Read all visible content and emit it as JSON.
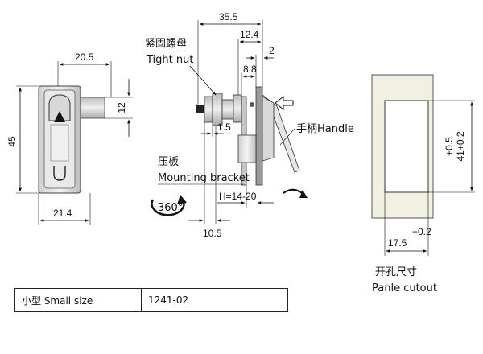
{
  "front_view": {
    "dim_top": "20.5",
    "dim_left": "45",
    "dim_right": "12",
    "dim_bottom": "21.4"
  },
  "side_view": {
    "dim_35_5": "35.5",
    "dim_12_4": "12.4",
    "dim_2": "2",
    "dim_8_8": "8.8",
    "dim_1_5": "1.5",
    "dim_10_5": "10.5",
    "dim_h": "H=14-20",
    "label_tight_nut_cn": "紧固螺母",
    "label_tight_nut_en": "Tight nut",
    "label_bracket_cn": "压板",
    "label_bracket_en": "Mounting bracket",
    "label_handle": "手柄Handle",
    "rotation": "360°"
  },
  "cutout_view": {
    "dim_height_tol": "+0.5",
    "dim_height": "41+0.2",
    "dim_width": "17.5",
    "dim_width_tol": "+0.2",
    "label_cn": "开孔尺寸",
    "label_en": "Panle cutout"
  },
  "spec_table": {
    "size_label": "小型 Small size",
    "model": "1241-02"
  },
  "colors": {
    "cutout_fill": "#f2f0e2",
    "metal_light": "#e4e4e4",
    "metal_dark": "#8a8a8a"
  }
}
